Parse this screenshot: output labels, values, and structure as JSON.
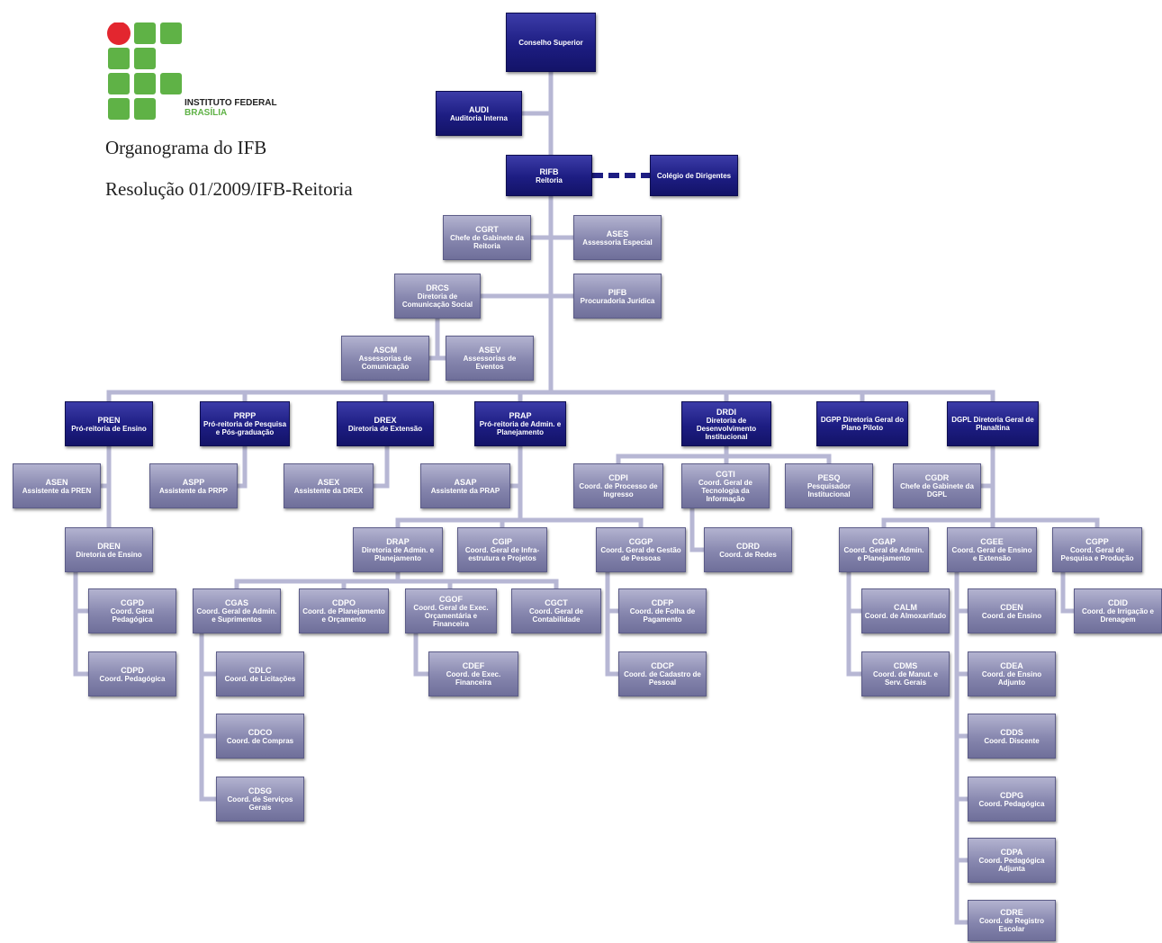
{
  "header": {
    "logo_line1": "INSTITUTO FEDERAL",
    "logo_line2": "BRASÍLIA",
    "title": "Organograma do IFB",
    "subtitle": "Resolução 01/2009/IFB-Reitoria"
  },
  "colors": {
    "logo_green": "#5fb246",
    "logo_red": "#e3262f",
    "node_dark": "#1d1d82",
    "node_light": "#8686ae",
    "connector": "#b7b7d4"
  },
  "org": {
    "nodes": [
      {
        "id": "cs",
        "code": "",
        "label": "Conselho Superior",
        "tone": "dark"
      },
      {
        "id": "audi",
        "code": "AUDI",
        "label": "Auditoria Interna",
        "tone": "dark"
      },
      {
        "id": "rifb",
        "code": "RIFB",
        "label": "Reitoria",
        "tone": "dark"
      },
      {
        "id": "cd",
        "code": "",
        "label": "Colégio de Dirigentes",
        "tone": "dark"
      },
      {
        "id": "cgrt",
        "code": "CGRT",
        "label": "Chefe de Gabinete da Reitoria",
        "tone": "light"
      },
      {
        "id": "ases",
        "code": "ASES",
        "label": "Assessoria Especial",
        "tone": "light"
      },
      {
        "id": "drcs",
        "code": "DRCS",
        "label": "Diretoria de Comunicação Social",
        "tone": "light"
      },
      {
        "id": "pifb",
        "code": "PIFB",
        "label": "Procuradoria Jurídica",
        "tone": "light"
      },
      {
        "id": "ascm",
        "code": "ASCM",
        "label": "Assessorias de Comunicação",
        "tone": "light"
      },
      {
        "id": "asev",
        "code": "ASEV",
        "label": "Assessorias de Eventos",
        "tone": "light"
      },
      {
        "id": "pren",
        "code": "PREN",
        "label": "Pró-reitoria de Ensino",
        "tone": "dark"
      },
      {
        "id": "prpp",
        "code": "PRPP",
        "label": "Pró-reitoria de Pesquisa e Pós-graduação",
        "tone": "dark"
      },
      {
        "id": "drex",
        "code": "DREX",
        "label": "Diretoria de Extensão",
        "tone": "dark"
      },
      {
        "id": "prap",
        "code": "PRAP",
        "label": "Pró-reitoria de Admin. e Planejamento",
        "tone": "dark"
      },
      {
        "id": "drdi",
        "code": "DRDI",
        "label": "Diretoria de Desenvolvimento Institucional",
        "tone": "dark"
      },
      {
        "id": "dgpp",
        "code": "",
        "label": "DGPP Diretoria Geral do Plano Piloto",
        "tone": "dark"
      },
      {
        "id": "dgpl",
        "code": "",
        "label": "DGPL Diretoria Geral de Planaltina",
        "tone": "dark"
      },
      {
        "id": "asen",
        "code": "ASEN",
        "label": "Assistente da PREN",
        "tone": "light"
      },
      {
        "id": "aspp",
        "code": "ASPP",
        "label": "Assistente da PRPP",
        "tone": "light"
      },
      {
        "id": "asex",
        "code": "ASEX",
        "label": "Assistente da DREX",
        "tone": "light"
      },
      {
        "id": "asap",
        "code": "ASAP",
        "label": "Assistente da PRAP",
        "tone": "light"
      },
      {
        "id": "cdpi",
        "code": "CDPI",
        "label": "Coord. de Processo de Ingresso",
        "tone": "light"
      },
      {
        "id": "cgti",
        "code": "CGTI",
        "label": "Coord. Geral de Tecnologia da Informação",
        "tone": "light"
      },
      {
        "id": "pesq",
        "code": "PESQ",
        "label": "Pesquisador Institucional",
        "tone": "light"
      },
      {
        "id": "cgdr",
        "code": "CGDR",
        "label": "Chefe de Gabinete da DGPL",
        "tone": "light"
      },
      {
        "id": "dren",
        "code": "DREN",
        "label": "Diretoria de Ensino",
        "tone": "light"
      },
      {
        "id": "cgpd",
        "code": "CGPD",
        "label": "Coord. Geral Pedagógica",
        "tone": "light"
      },
      {
        "id": "cdpd",
        "code": "CDPD",
        "label": "Coord. Pedagógica",
        "tone": "light"
      },
      {
        "id": "drap",
        "code": "DRAP",
        "label": "Diretoria de Admin. e Planejamento",
        "tone": "light"
      },
      {
        "id": "cgip",
        "code": "CGIP",
        "label": "Coord. Geral de Infra-estrutura e Projetos",
        "tone": "light"
      },
      {
        "id": "cggp",
        "code": "CGGP",
        "label": "Coord. Geral de Gestão de Pessoas",
        "tone": "light"
      },
      {
        "id": "cdrd",
        "code": "CDRD",
        "label": "Coord. de Redes",
        "tone": "light"
      },
      {
        "id": "cgap",
        "code": "CGAP",
        "label": "Coord. Geral de Admin. e Planejamento",
        "tone": "light"
      },
      {
        "id": "cgee",
        "code": "CGEE",
        "label": "Coord. Geral de Ensino e Extensão",
        "tone": "light"
      },
      {
        "id": "cgpp",
        "code": "CGPP",
        "label": "Coord. Geral de Pesquisa e Produção",
        "tone": "light"
      },
      {
        "id": "cgas",
        "code": "CGAS",
        "label": "Coord. Geral de Admin. e Suprimentos",
        "tone": "light"
      },
      {
        "id": "cdpo",
        "code": "CDPO",
        "label": "Coord. de Planejamento e Orçamento",
        "tone": "light"
      },
      {
        "id": "cgof",
        "code": "CGOF",
        "label": "Coord. Geral de Exec. Orçamentária e Financeira",
        "tone": "light"
      },
      {
        "id": "cgct",
        "code": "CGCT",
        "label": "Coord. Geral de Contabilidade",
        "tone": "light"
      },
      {
        "id": "cdfp",
        "code": "CDFP",
        "label": "Coord. de Folha de Pagamento",
        "tone": "light"
      },
      {
        "id": "calm",
        "code": "CALM",
        "label": "Coord. de Almoxarifado",
        "tone": "light"
      },
      {
        "id": "cden",
        "code": "CDEN",
        "label": "Coord. de Ensino",
        "tone": "light"
      },
      {
        "id": "cdid",
        "code": "CDID",
        "label": "Coord. de Irrigação e Drenagem",
        "tone": "light"
      },
      {
        "id": "cdlc",
        "code": "CDLC",
        "label": "Coord. de Licitações",
        "tone": "light"
      },
      {
        "id": "cdef",
        "code": "CDEF",
        "label": "Coord. de Exec. Financeira",
        "tone": "light"
      },
      {
        "id": "cdcp",
        "code": "CDCP",
        "label": "Coord. de Cadastro de Pessoal",
        "tone": "light"
      },
      {
        "id": "cdms",
        "code": "CDMS",
        "label": "Coord. de Manut. e Serv. Gerais",
        "tone": "light"
      },
      {
        "id": "cdea",
        "code": "CDEA",
        "label": "Coord. de Ensino Adjunto",
        "tone": "light"
      },
      {
        "id": "cdco",
        "code": "CDCO",
        "label": "Coord. de Compras",
        "tone": "light"
      },
      {
        "id": "cdds",
        "code": "CDDS",
        "label": "Coord. Discente",
        "tone": "light"
      },
      {
        "id": "cdsg",
        "code": "CDSG",
        "label": "Coord. de Serviços Gerais",
        "tone": "light"
      },
      {
        "id": "cdpg",
        "code": "CDPG",
        "label": "Coord. Pedagógica",
        "tone": "light"
      },
      {
        "id": "cdpa",
        "code": "CDPA",
        "label": "Coord. Pedagógica Adjunta",
        "tone": "light"
      },
      {
        "id": "cdre",
        "code": "CDRE",
        "label": "Coord. de Registro Escolar",
        "tone": "light"
      }
    ]
  }
}
